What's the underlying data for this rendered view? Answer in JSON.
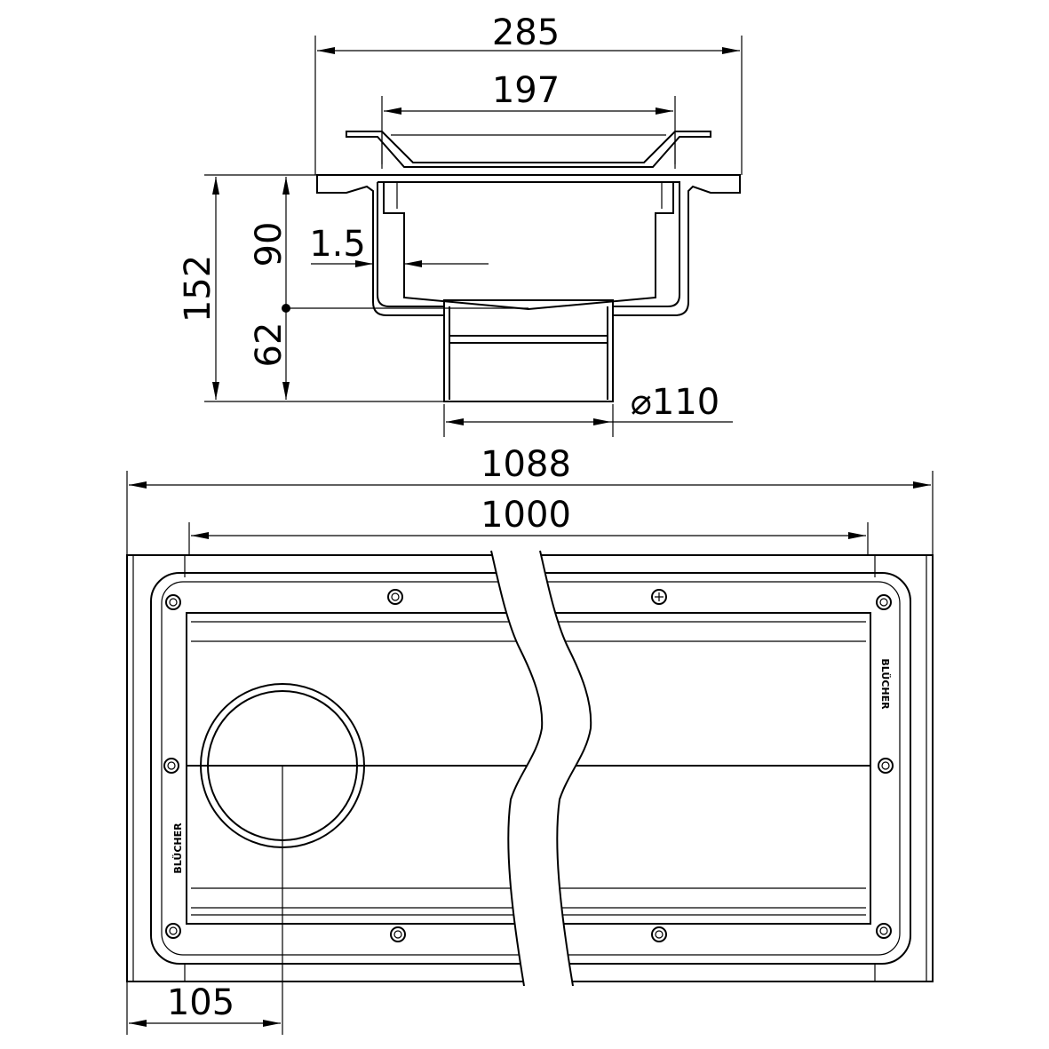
{
  "title": "Drain channel technical drawing",
  "section_view": {
    "dims": {
      "overall_width": "285",
      "grate_width": "197",
      "total_height": "152",
      "body_height": "90",
      "outlet_height": "62",
      "wall_thickness": "1.5",
      "outlet_diameter": "⌀110"
    }
  },
  "plan_view": {
    "dims": {
      "overall_length": "1088",
      "channel_length": "1000",
      "outlet_offset": "105"
    },
    "brand_marks": [
      "BLÜCHER",
      "BLÜCHER"
    ]
  }
}
